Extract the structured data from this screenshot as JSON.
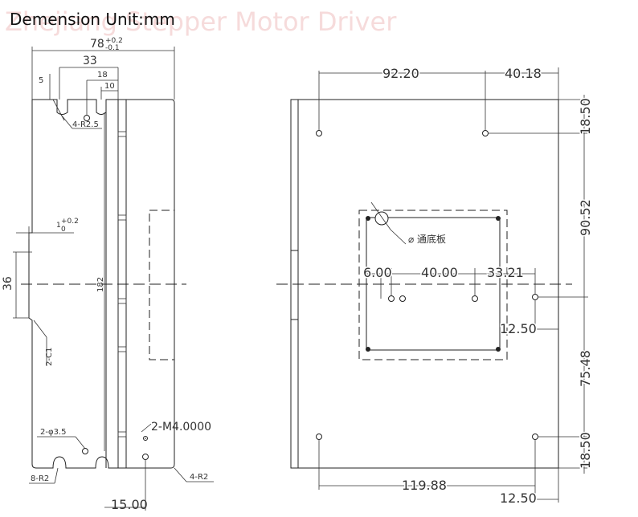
{
  "title": "Demension Unit:mm",
  "watermark": "Zhejiang Stepper Motor Driver",
  "left_view": {
    "width_label": "78",
    "width_tol_upper": "+0.2",
    "width_tol_lower": "-0.1",
    "dim_33": "33",
    "dim_18": "18",
    "dim_10": "10",
    "dim_5": "5",
    "slot_label": "4-R2.5",
    "step_label": "1",
    "step_tol": "+0.2",
    "step_tol_lower": "0",
    "dim_36": "36",
    "dim_182": "182",
    "chamfer_label": "2-C1",
    "hole_label": "2-φ3.5",
    "screw_label": "2-M4.0000",
    "bottom_slot_label": "8-R2",
    "corner_label": "4-R2",
    "dim_15": "15.00"
  },
  "right_view": {
    "dim_92_20": "92.20",
    "dim_40_18": "40.18",
    "dim_18_50_top": "18.50",
    "dim_90_52": "90.52",
    "note_label": "⌀ 通底板",
    "dim_6_00": "6.00",
    "dim_40_00": "40.00",
    "dim_33_21": "33.21",
    "dim_12_50_mid": "12.50",
    "dim_75_48": "75.48",
    "dim_18_50_bottom": "18.50",
    "dim_119_88": "119.88",
    "dim_12_50_bottom": "12.50"
  }
}
